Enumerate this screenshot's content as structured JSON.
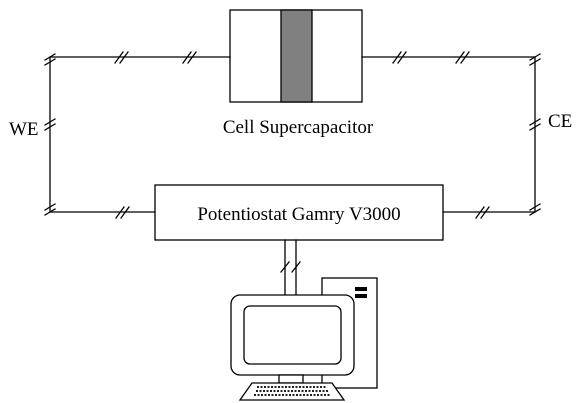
{
  "labels": {
    "cell": "Cell Supercapacitor",
    "potentiostat": "Potentiostat Gamry V3000",
    "working_electrode": "WE",
    "counter_electrode": "CE"
  },
  "colors": {
    "line": "#000000",
    "separator": "#808080",
    "background": "#ffffff"
  },
  "icons": [
    "computer-monitor-icon",
    "computer-tower-icon",
    "keyboard-icon"
  ]
}
